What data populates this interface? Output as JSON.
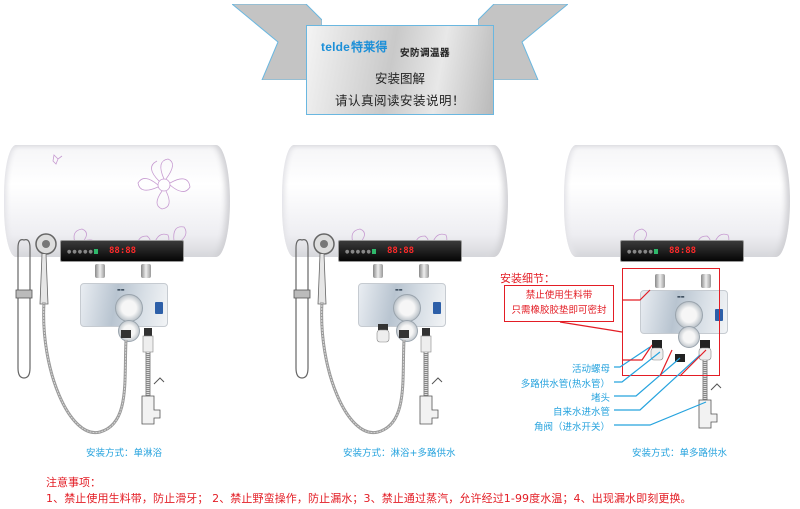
{
  "banner": {
    "brand_logo_latin": "telde",
    "brand_logo_cn": "特莱得",
    "product_name": "安防调温器",
    "title": "安装图解",
    "subtitle": "请认真阅读安装说明！",
    "ribbon_color": "#c8c8c8",
    "border_color": "#6ab7e0"
  },
  "units": [
    {
      "id": "single-shower",
      "caption": "安装方式：单淋浴",
      "display": "88:88",
      "has_shower": true,
      "outlet_caps": 0
    },
    {
      "id": "shower-multi",
      "caption": "安装方式：淋浴+多路供水",
      "display": "88:88",
      "has_shower": true,
      "outlet_caps": 2
    },
    {
      "id": "multi-only",
      "caption": "安装方式：单多路供水",
      "display": "88:88",
      "has_shower": false,
      "outlet_caps": 1
    }
  ],
  "detail": {
    "title": "安装细节：",
    "box_line1": "禁止使用生料带",
    "box_line2": "只需橡胶胶垫即可密封",
    "parts": [
      "活动螺母",
      "多路供水管(热水管）",
      "堵头",
      "自来水进水管",
      "角阀（进水开关）"
    ]
  },
  "notes": {
    "title": "注意事项：",
    "text": "1、禁止使用生料带，防止滑牙； 2、禁止野蛮操作，防止漏水；3、禁止通过蒸汽，允许经过1-99度水温；4、出现漏水即刻更换。"
  },
  "colors": {
    "caption_blue": "#26a3de",
    "warning_red": "#e31d25",
    "display_red": "#ff2a2a"
  }
}
